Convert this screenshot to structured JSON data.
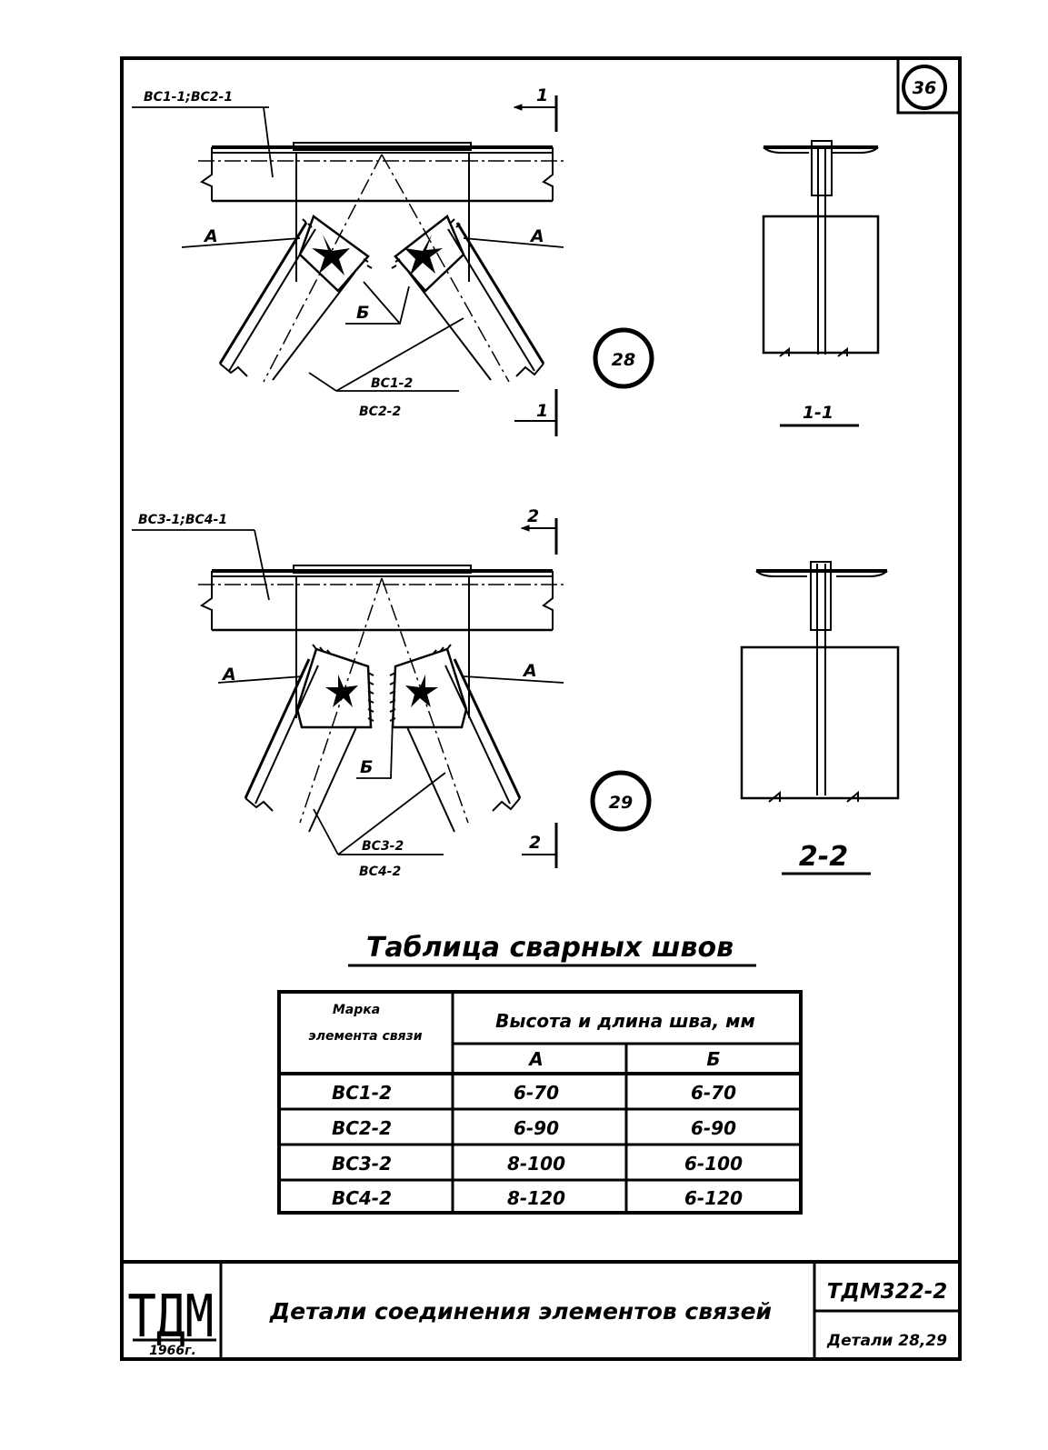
{
  "sheet_number": "36",
  "detail_28": {
    "circle_label": "28",
    "top_callout": "ВС1-1;ВС2-1",
    "weld_a_left": "А",
    "weld_a_right": "А",
    "weld_b": "Б",
    "brace_label_top": "ВС1-2",
    "brace_label_bottom": "ВС2-2",
    "section_mark_top": "1",
    "section_mark_bottom": "1",
    "section_title": "1-1"
  },
  "detail_29": {
    "circle_label": "29",
    "top_callout": "ВС3-1;ВС4-1",
    "weld_a_left": "А",
    "weld_a_right": "А",
    "weld_b": "Б",
    "brace_label_top": "ВС3-2",
    "brace_label_bottom": "ВС4-2",
    "section_mark_top": "2",
    "section_mark_bottom": "2",
    "section_title": "2-2"
  },
  "weld_table": {
    "title": "Таблица сварных швов",
    "header_mark": [
      "Марка",
      "элемента связи"
    ],
    "header_size": "Высота и длина шва, мм",
    "header_a": "А",
    "header_b": "Б",
    "rows": [
      {
        "mark": "ВС1-2",
        "a": "6-70",
        "b": "6-70"
      },
      {
        "mark": "ВС2-2",
        "a": "6-90",
        "b": "6-90"
      },
      {
        "mark": "ВС3-2",
        "a": "8-100",
        "b": "6-100"
      },
      {
        "mark": "ВС4-2",
        "a": "8-120",
        "b": "6-120"
      }
    ]
  },
  "stamp": {
    "logo": "ТДМ",
    "year": "1966г.",
    "title": "Детали соединения элементов связей",
    "code": "ТДМ322-2",
    "sheet": "Детали 28,29"
  }
}
